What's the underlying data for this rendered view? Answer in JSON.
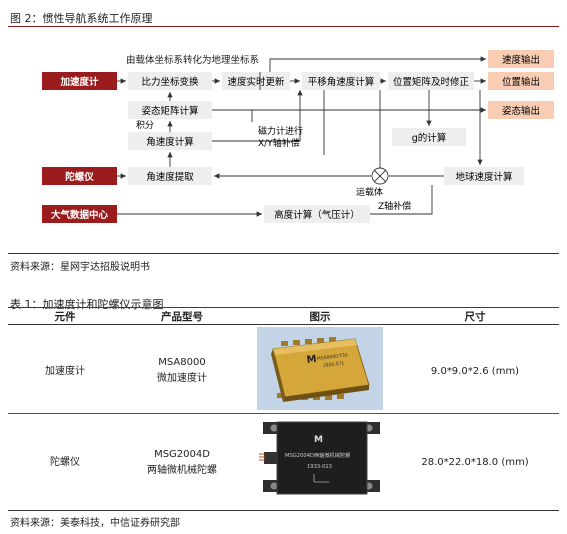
{
  "figure": {
    "title": "图 2：惯性导航系统工作原理",
    "top_note": "由载体坐标系转化为地理坐标系",
    "inputs": {
      "accel": "加速度计",
      "gyro": "陀螺仪",
      "air": "大气数据中心"
    },
    "blocks": {
      "specific_force": "比力坐标变换",
      "velocity_update": "速度实时更新",
      "translational_accel": "平移角速度计算",
      "position_matrix": "位置矩阵及时修正",
      "attitude_matrix": "姿态矩阵计算",
      "angular_velocity": "角速度计算",
      "angular_extract": "角速度提取",
      "g_calc": "g的计算",
      "earth_rate": "地球速度计算",
      "altitude": "高度计算（气压计）"
    },
    "outputs": {
      "velocity": "速度输出",
      "position": "位置输出",
      "attitude": "姿态输出"
    },
    "labels": {
      "integral": "积分",
      "mag_line1": "磁力计进行",
      "mag_line2": "X/Y轴补偿",
      "carrier": "运载体",
      "z_comp": "Z轴补偿"
    },
    "source": "资料来源：星网宇达招股说明书"
  },
  "table": {
    "title": "表 1：加速度计和陀螺仪示意图",
    "headers": [
      "元件",
      "产品型号",
      "图示",
      "尺寸"
    ],
    "rows": [
      {
        "element": "加速度计",
        "model_line1": "MSA8000",
        "model_line2": "微加速度计",
        "chip_text1": "MSA8000-T30",
        "chip_text2": "1926-071",
        "size": "9.0*9.0*2.6 (mm)"
      },
      {
        "element": "陀螺仪",
        "model_line1": "MSG2004D",
        "model_line2": "两轴微机械陀螺",
        "chip_text1": "MSG2004D两轴微机械陀螺",
        "chip_text2": "1933-013",
        "size": "28.0*22.0*18.0 (mm)"
      }
    ],
    "source": "资料来源：美泰科技，中信证券研究部"
  },
  "colors": {
    "brand_red": "#9b1c1c",
    "output_bg": "#f8cdb4",
    "block_bg": "#eeeeee"
  }
}
